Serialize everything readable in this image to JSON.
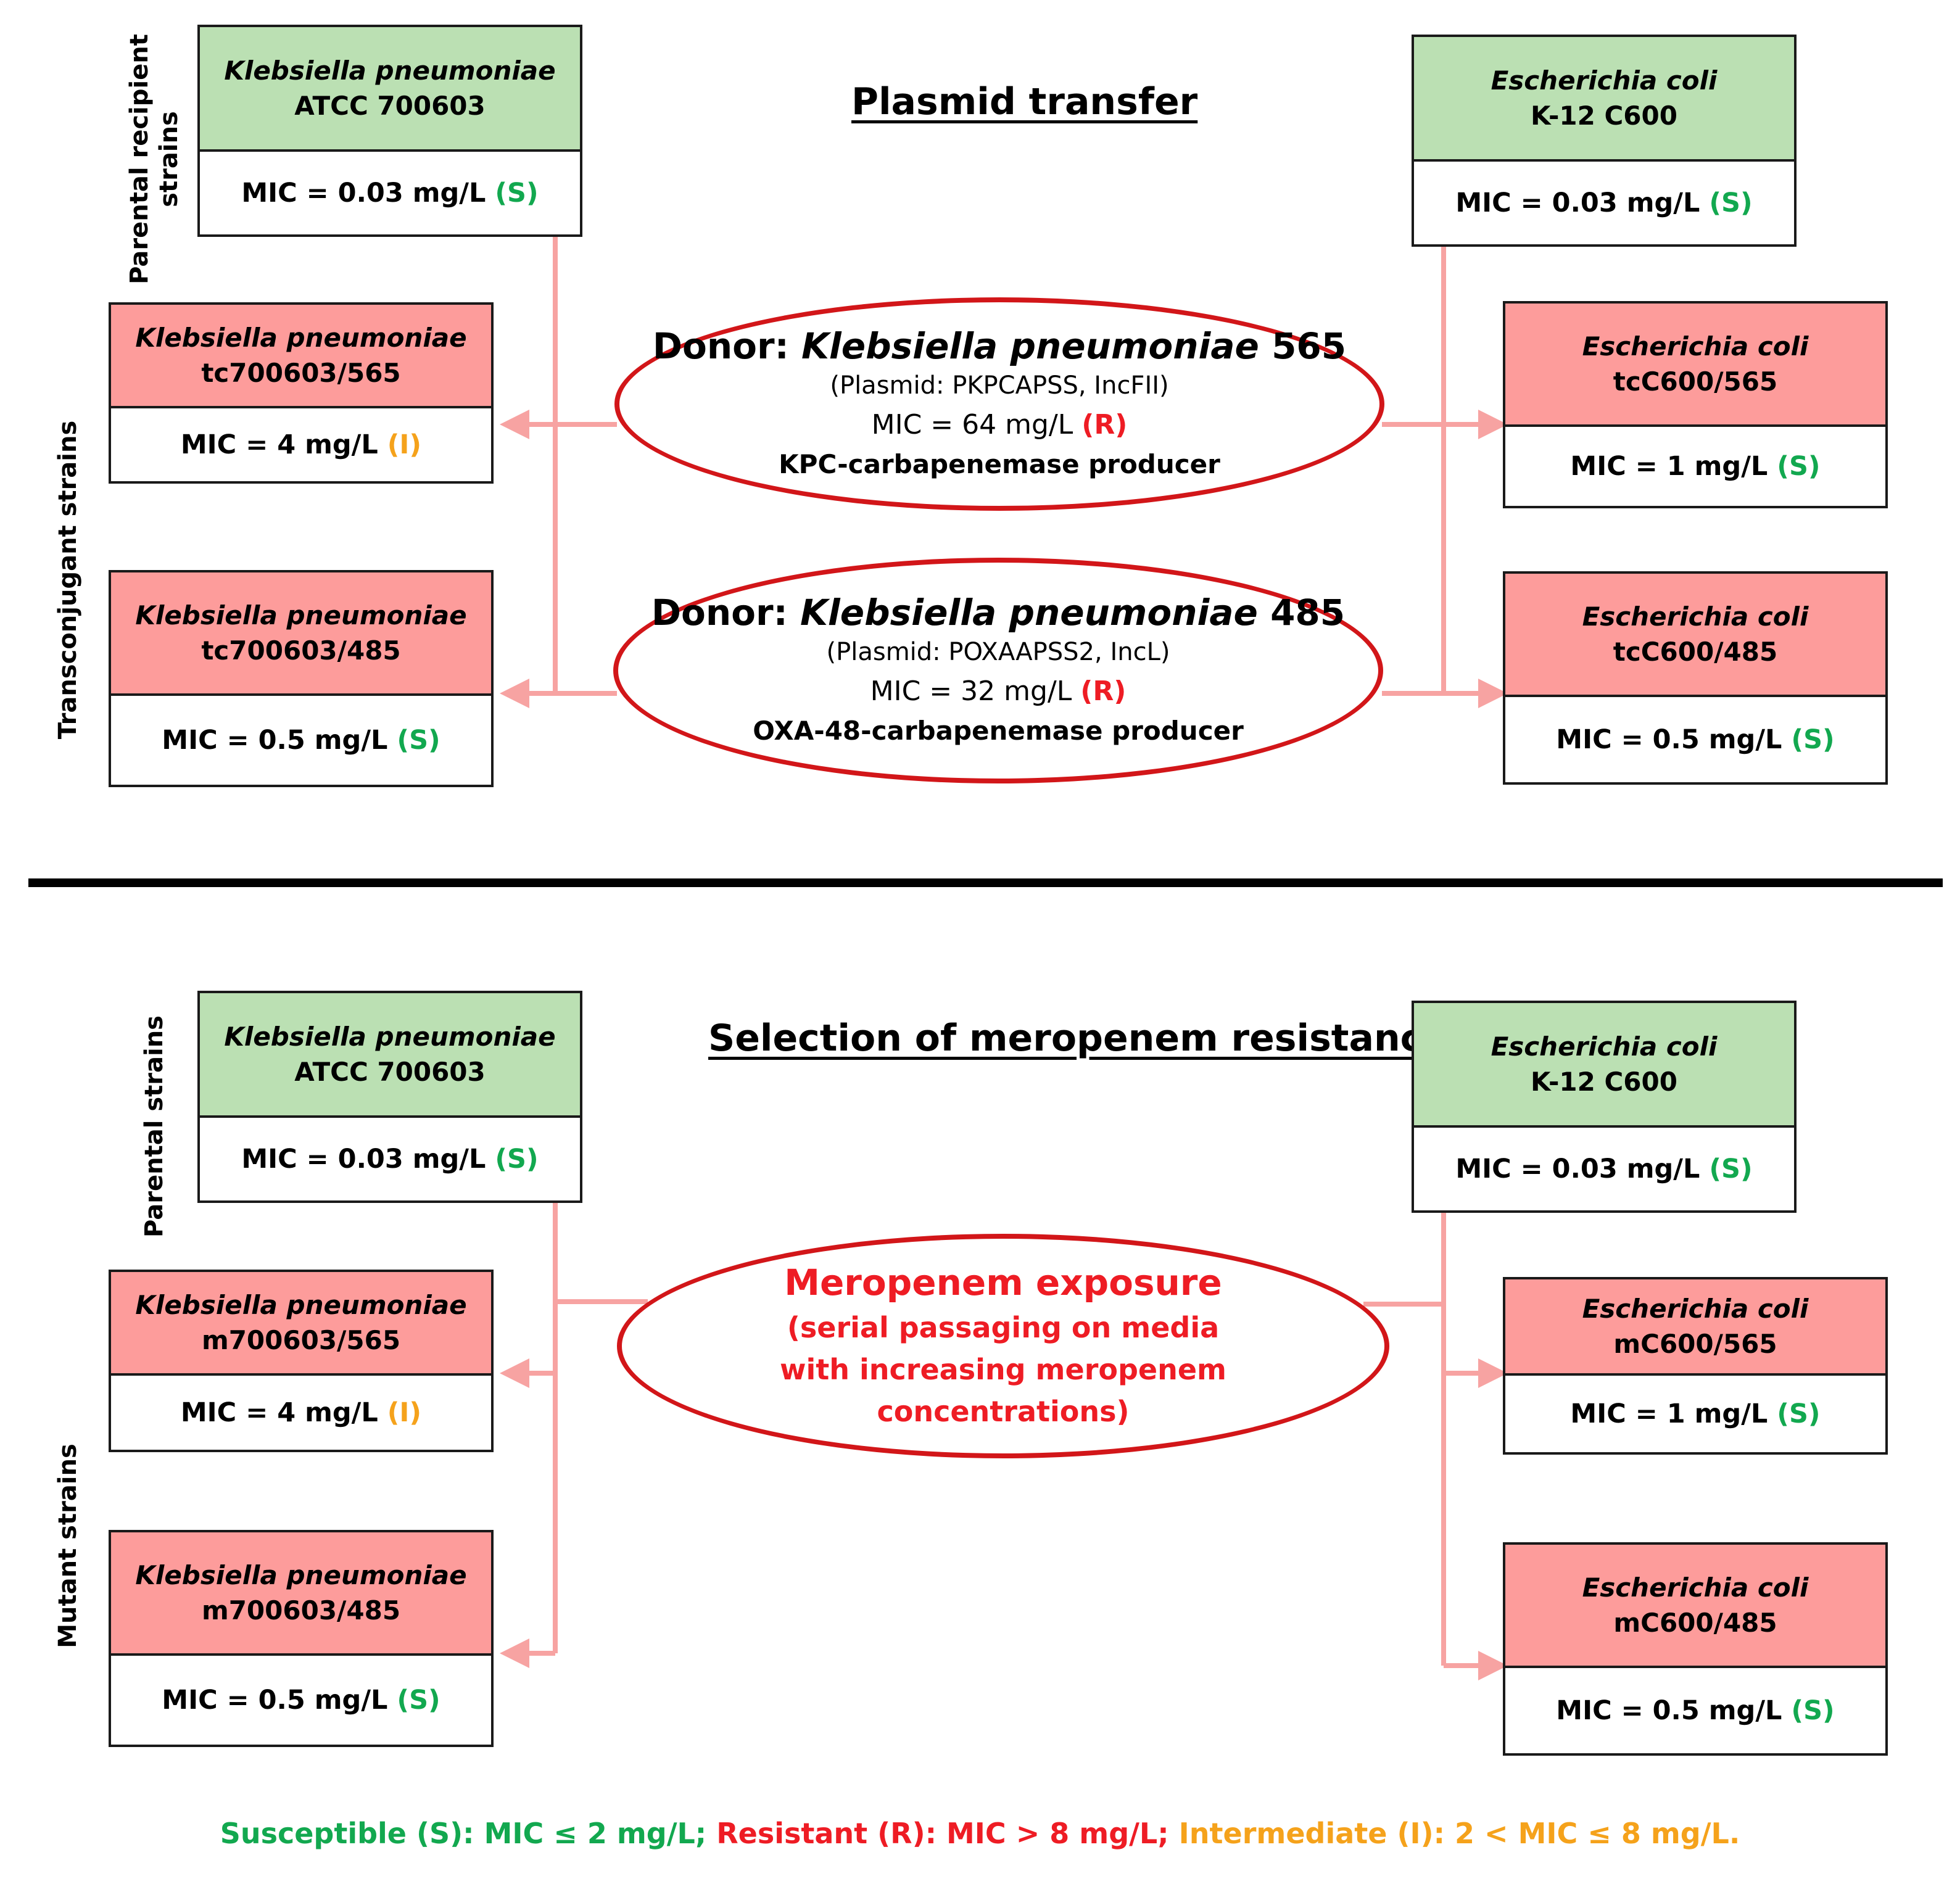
{
  "titles": {
    "plasmid_transfer": "Plasmid transfer",
    "selection": "Selection of meropenem resistance"
  },
  "side_labels": {
    "parental_recipient_line1": "Parental recipient",
    "parental_recipient_line2": "strains",
    "transconjugant": "Transconjugant strains",
    "parental": "Parental strains",
    "mutant": "Mutant strains"
  },
  "strains": {
    "kp_parent_top": {
      "species": "Klebsiella pneumoniae",
      "strain": "ATCC 700603",
      "mic": "MIC = 0.03 mg/L",
      "cat": "(S)"
    },
    "ec_parent_top": {
      "species": "Escherichia coli",
      "strain": "K-12 C600",
      "mic": "MIC = 0.03 mg/L",
      "cat": "(S)"
    },
    "kp_tc565": {
      "species": "Klebsiella pneumoniae",
      "strain": "tc700603/565",
      "mic": "MIC = 4 mg/L",
      "cat": "(I)"
    },
    "kp_tc485": {
      "species": "Klebsiella pneumoniae",
      "strain": "tc700603/485",
      "mic": "MIC = 0.5 mg/L",
      "cat": "(S)"
    },
    "ec_tc565": {
      "species": "Escherichia coli",
      "strain": "tcC600/565",
      "mic": "MIC = 1 mg/L",
      "cat": "(S)"
    },
    "ec_tc485": {
      "species": "Escherichia coli",
      "strain": "tcC600/485",
      "mic": "MIC = 0.5 mg/L",
      "cat": "(S)"
    },
    "kp_parent_bot": {
      "species": "Klebsiella pneumoniae",
      "strain": "ATCC 700603",
      "mic": "MIC = 0.03 mg/L",
      "cat": "(S)"
    },
    "ec_parent_bot": {
      "species": "Escherichia coli",
      "strain": "K-12 C600",
      "mic": "MIC = 0.03 mg/L",
      "cat": "(S)"
    },
    "kp_m565": {
      "species": "Klebsiella pneumoniae",
      "strain": "m700603/565",
      "mic": "MIC = 4 mg/L",
      "cat": "(I)"
    },
    "kp_m485": {
      "species": "Klebsiella pneumoniae",
      "strain": "m700603/485",
      "mic": "MIC = 0.5 mg/L",
      "cat": "(S)"
    },
    "ec_m565": {
      "species": "Escherichia coli",
      "strain": "mC600/565",
      "mic": "MIC = 1 mg/L",
      "cat": "(S)"
    },
    "ec_m485": {
      "species": "Escherichia coli",
      "strain": "mC600/485",
      "mic": "MIC = 0.5 mg/L",
      "cat": "(S)"
    }
  },
  "donors": {
    "d565": {
      "prefix": "Donor: ",
      "species": "Klebsiella pneumoniae",
      "number": " 565",
      "plasmid": "(Plasmid: PKPCAPSS, IncFII)",
      "mic": "MIC = 64 mg/L ",
      "cat": "(R)",
      "producer": "KPC-carbapenemase producer"
    },
    "d485": {
      "prefix": "Donor: ",
      "species": "Klebsiella pneumoniae",
      "number": " 485",
      "plasmid": "(Plasmid: POXAAPSS2, IncL)",
      "mic": "MIC = 32 mg/L ",
      "cat": "(R)",
      "producer": "OXA-48-carbapenemase producer"
    }
  },
  "exposure": {
    "title": "Meropenem exposure",
    "detail": "(serial passaging on media with increasing meropenem concentrations)"
  },
  "legend": {
    "susceptible": "Susceptible (S): MIC ≤ 2 mg/L;",
    "resistant": " Resistant (R): MIC > 8 mg/L;",
    "intermediate": " Intermediate (I): 2 < MIC ≤ 8 mg/L."
  },
  "colors": {
    "parent_fill": "#bbe0b3",
    "derived_fill": "#fd9c9b",
    "arrow": "#f7a3a2",
    "oval_border": "#d21619",
    "susceptible": "#12a84f",
    "intermediate": "#f5a21b",
    "resistant": "#ee1c24"
  }
}
